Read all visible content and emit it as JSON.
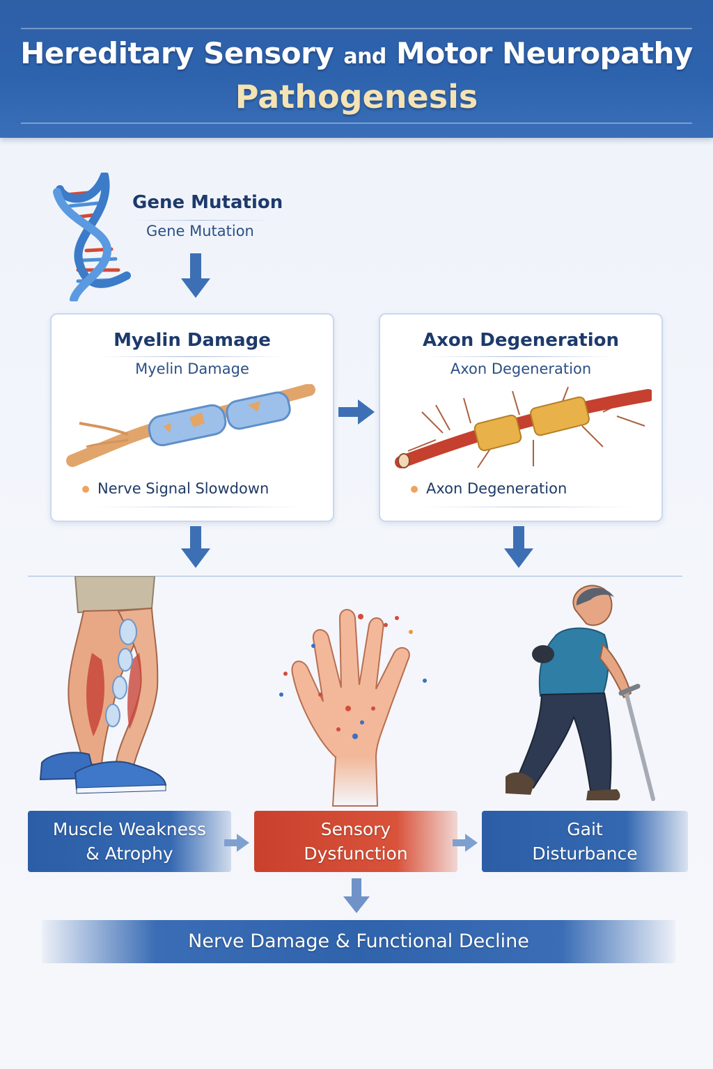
{
  "header": {
    "title_part1": "Hereditary Sensory",
    "title_and": "and",
    "title_part2": "Motor Neuropathy",
    "title_line2": "Pathogenesis"
  },
  "gene": {
    "title": "Gene Mutation",
    "subtitle": "Gene Mutation"
  },
  "cards": {
    "myelin": {
      "title": "Myelin Damage",
      "subtitle": "Myelin Damage",
      "bullet": "Nerve Signal Slowdown"
    },
    "axon": {
      "title": "Axon Degeneration",
      "subtitle": "Axon Degeneration",
      "bullet": "Axon Degeneration"
    }
  },
  "outcomes": {
    "muscle": {
      "line1": "Muscle Weakness",
      "line2": "& Atrophy"
    },
    "sensory": {
      "line1": "Sensory",
      "line2": "Dysfunction"
    },
    "gait": {
      "line1": "Gait",
      "line2": "Disturbance"
    }
  },
  "final": {
    "label": "Nerve Damage & Functional Decline"
  },
  "colors": {
    "header_blue": "#2e60a8",
    "title_gold": "#f4e3b4",
    "arrow_blue": "#3d6fb5",
    "box_blue": "#2b5ea6",
    "box_red": "#c9412d",
    "bullet_orange": "#f0a35f"
  },
  "icons": [
    "dna-icon",
    "myelin-nerve-icon",
    "axon-nerve-icon",
    "leg-icon",
    "hand-icon",
    "walking-man-icon"
  ]
}
